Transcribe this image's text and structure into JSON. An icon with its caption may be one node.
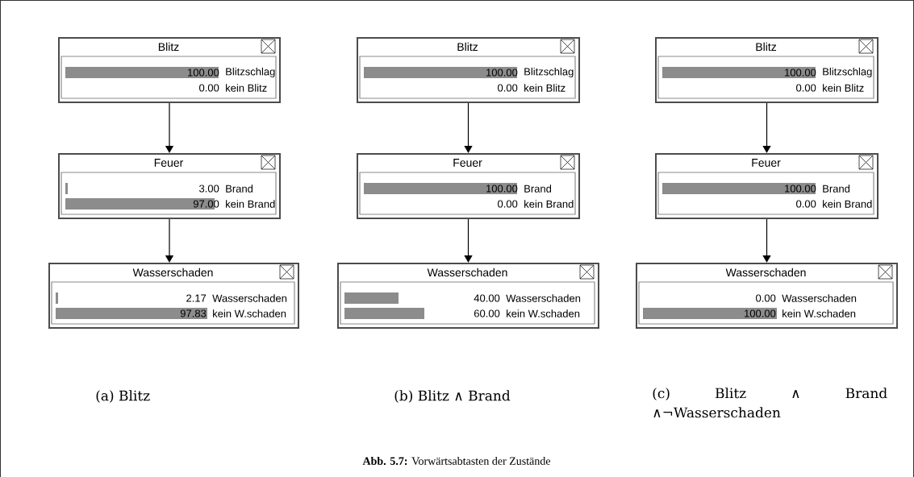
{
  "diagram": {
    "caption": "**Abb. 5.7:** Vorwärtsabtasten der Zustände",
    "nodes": [
      {
        "text": [
          "Blitz",
          "100.00",
          "Blitzschlag",
          "0.00",
          "kein Blitz"
        ]
      },
      {
        "text": [
          "Feuer",
          "3.00",
          "Brand",
          "97.00",
          "kein Brand"
        ]
      },
      {
        "text": [
          "Wasserschaden",
          "2.17",
          "Wasserschaden",
          "97.83",
          "kein W.schaden"
        ]
      },
      {
        "text": [
          "Blitz",
          "100.00",
          "Blitzschlag",
          "0.00",
          "kein Blitz"
        ]
      },
      {
        "text": [
          "Feuer",
          "100.00",
          "Brand",
          "0.00",
          "kein Brand"
        ]
      },
      {
        "text": [
          "Wasserschaden",
          "40.00",
          "Wasserschaden",
          "60.00",
          "kein W.schaden"
        ]
      },
      {
        "text": [
          "Blitz",
          "100.00",
          "Blitzschlag",
          "0.00",
          "kein Blitz"
        ]
      },
      {
        "text": [
          "Feuer",
          "100.00",
          "Brand",
          "0.00",
          "kein Brand"
        ]
      },
      {
        "text": [
          "Wasserschaden",
          "0.00",
          "Wasserschaden",
          "100.00",
          "kein W.schaden"
        ]
      }
    ],
    "edges": [
      {
        "from": 0,
        "to": 1,
        "arrow": "to"
      },
      {
        "from": 1,
        "to": 2,
        "arrow": "to"
      },
      {
        "from": 3,
        "to": 4,
        "arrow": "to"
      },
      {
        "from": 4,
        "to": 5,
        "arrow": "to"
      },
      {
        "from": 6,
        "to": 7,
        "arrow": "to"
      },
      {
        "from": 7,
        "to": 8,
        "arrow": "to"
      }
    ],
    "labels": [
      "(a) Blitz",
      "(b) Blitz ∧ Brand",
      "(c) Blitz ∧ Brand ∧¬Wasserschaden"
    ]
  }
}
